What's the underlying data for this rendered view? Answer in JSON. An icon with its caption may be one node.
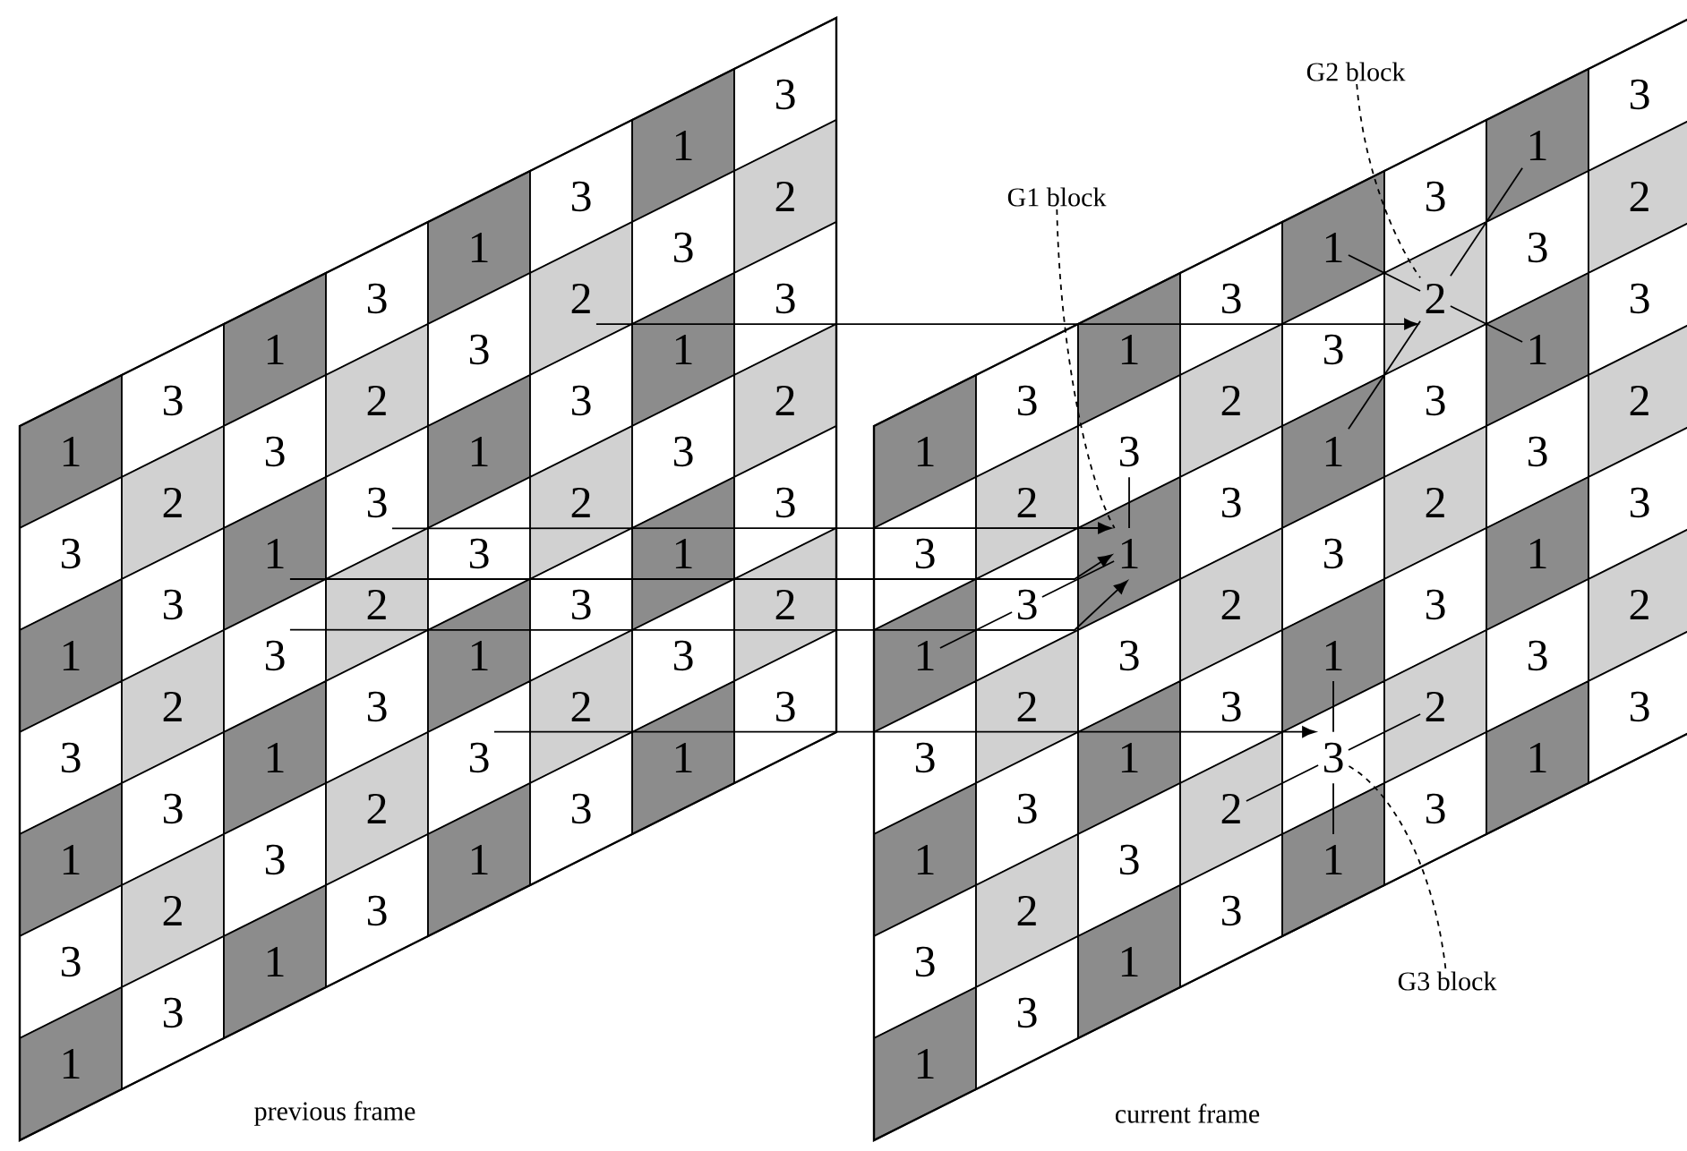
{
  "diagram": {
    "nodes": [
      {
        "text": [
          "previous frame"
        ]
      },
      {
        "text": [
          "1"
        ],
        "in": 0
      },
      {
        "text": [
          "3"
        ],
        "in": 0
      },
      {
        "text": [
          "1"
        ],
        "in": 0
      },
      {
        "text": [
          "3"
        ],
        "in": 0
      },
      {
        "text": [
          "1"
        ],
        "in": 0
      },
      {
        "text": [
          "3"
        ],
        "in": 0
      },
      {
        "text": [
          "1"
        ],
        "in": 0
      },
      {
        "text": [
          "3"
        ],
        "in": 0
      },
      {
        "text": [
          "2"
        ],
        "in": 0
      },
      {
        "text": [
          "3"
        ],
        "in": 0
      },
      {
        "text": [
          "2"
        ],
        "in": 0
      },
      {
        "text": [
          "3"
        ],
        "in": 0
      },
      {
        "text": [
          "2"
        ],
        "in": 0
      },
      {
        "text": [
          "3"
        ],
        "in": 0
      },
      {
        "text": [
          "1"
        ],
        "in": 0
      },
      {
        "text": [
          "3"
        ],
        "in": 0
      },
      {
        "text": [
          "1"
        ],
        "in": 0
      },
      {
        "text": [
          "3"
        ],
        "in": 0
      },
      {
        "text": [
          "1"
        ],
        "in": 0
      },
      {
        "text": [
          "3"
        ],
        "in": 0
      },
      {
        "text": [
          "1"
        ],
        "in": 0
      },
      {
        "text": [
          "3"
        ],
        "in": 0
      },
      {
        "text": [
          "2"
        ],
        "in": 0
      },
      {
        "text": [
          "3"
        ],
        "in": 0
      },
      {
        "text": [
          "2"
        ],
        "in": 0
      },
      {
        "text": [
          "3"
        ],
        "in": 0
      },
      {
        "text": [
          "2"
        ],
        "in": 0
      },
      {
        "text": [
          "3"
        ],
        "in": 0
      },
      {
        "text": [
          "1"
        ],
        "in": 0
      },
      {
        "text": [
          "3"
        ],
        "in": 0
      },
      {
        "text": [
          "1"
        ],
        "in": 0
      },
      {
        "text": [
          "3"
        ],
        "in": 0
      },
      {
        "text": [
          "1"
        ],
        "in": 0
      },
      {
        "text": [
          "3"
        ],
        "in": 0
      },
      {
        "text": [
          "1"
        ],
        "in": 0
      },
      {
        "text": [
          "3"
        ],
        "in": 0
      },
      {
        "text": [
          "2"
        ],
        "in": 0
      },
      {
        "text": [
          "3"
        ],
        "in": 0
      },
      {
        "text": [
          "2"
        ],
        "in": 0
      },
      {
        "text": [
          "3"
        ],
        "in": 0
      },
      {
        "text": [
          "2"
        ],
        "in": 0
      },
      {
        "text": [
          "3"
        ],
        "in": 0
      },
      {
        "text": [
          "1"
        ],
        "in": 0
      },
      {
        "text": [
          "3"
        ],
        "in": 0
      },
      {
        "text": [
          "1"
        ],
        "in": 0
      },
      {
        "text": [
          "3"
        ],
        "in": 0
      },
      {
        "text": [
          "1"
        ],
        "in": 0
      },
      {
        "text": [
          "3"
        ],
        "in": 0
      },
      {
        "text": [
          "1"
        ],
        "in": 0
      },
      {
        "text": [
          "3"
        ],
        "in": 0
      },
      {
        "text": [
          "2"
        ],
        "in": 0
      },
      {
        "text": [
          "3"
        ],
        "in": 0
      },
      {
        "text": [
          "2"
        ],
        "in": 0
      },
      {
        "text": [
          "3"
        ],
        "in": 0
      },
      {
        "text": [
          "2"
        ],
        "in": 0
      },
      {
        "text": [
          "3"
        ],
        "in": 0
      },
      {
        "text": [
          "current frame"
        ]
      },
      {
        "text": [
          "1"
        ],
        "in": 57
      },
      {
        "text": [
          "3"
        ],
        "in": 57
      },
      {
        "text": [
          "1"
        ],
        "in": 57
      },
      {
        "text": [
          "3"
        ],
        "in": 57
      },
      {
        "text": [
          "1"
        ],
        "in": 57
      },
      {
        "text": [
          "3"
        ],
        "in": 57
      },
      {
        "text": [
          "1"
        ],
        "in": 57
      },
      {
        "text": [
          "3"
        ],
        "in": 57
      },
      {
        "text": [
          "2"
        ],
        "in": 57
      },
      {
        "text": [
          "3"
        ],
        "in": 57
      },
      {
        "text": [
          "2"
        ],
        "in": 57
      },
      {
        "text": [
          "3"
        ],
        "in": 57
      },
      {
        "text": [
          "2"
        ],
        "in": 57
      },
      {
        "text": [
          "3"
        ],
        "in": 57
      },
      {
        "text": [
          "1"
        ],
        "in": 57
      },
      {
        "text": [
          "3"
        ],
        "in": 57
      },
      {
        "text": [
          "1"
        ],
        "in": 57
      },
      {
        "text": [
          "3"
        ],
        "in": 57
      },
      {
        "text": [
          "1"
        ],
        "in": 57
      },
      {
        "text": [
          "3"
        ],
        "in": 57
      },
      {
        "text": [
          "1"
        ],
        "in": 57
      },
      {
        "text": [
          "3"
        ],
        "in": 57
      },
      {
        "text": [
          "2"
        ],
        "in": 57
      },
      {
        "text": [
          "3"
        ],
        "in": 57
      },
      {
        "text": [
          "2"
        ],
        "in": 57
      },
      {
        "text": [
          "3"
        ],
        "in": 57
      },
      {
        "text": [
          "2"
        ],
        "in": 57
      },
      {
        "text": [
          "3"
        ],
        "in": 57
      },
      {
        "text": [
          "1"
        ],
        "in": 57
      },
      {
        "text": [
          "3"
        ],
        "in": 57
      },
      {
        "text": [
          "1"
        ],
        "in": 57
      },
      {
        "text": [
          "3"
        ],
        "in": 57
      },
      {
        "text": [
          "1"
        ],
        "in": 57
      },
      {
        "text": [
          "3"
        ],
        "in": 57
      },
      {
        "text": [
          "1"
        ],
        "in": 57
      },
      {
        "text": [
          "3"
        ],
        "in": 57
      },
      {
        "text": [
          "2"
        ],
        "in": 57
      },
      {
        "text": [
          "3"
        ],
        "in": 57
      },
      {
        "text": [
          "2"
        ],
        "in": 57
      },
      {
        "text": [
          "3"
        ],
        "in": 57
      },
      {
        "text": [
          "2"
        ],
        "in": 57
      },
      {
        "text": [
          "3"
        ],
        "in": 57
      },
      {
        "text": [
          "1"
        ],
        "in": 57
      },
      {
        "text": [
          "3"
        ],
        "in": 57
      },
      {
        "text": [
          "1"
        ],
        "in": 57
      },
      {
        "text": [
          "3"
        ],
        "in": 57
      },
      {
        "text": [
          "1"
        ],
        "in": 57
      },
      {
        "text": [
          "3"
        ],
        "in": 57
      },
      {
        "text": [
          "1"
        ],
        "in": 57
      },
      {
        "text": [
          "3"
        ],
        "in": 57
      },
      {
        "text": [
          "2"
        ],
        "in": 57
      },
      {
        "text": [
          "3"
        ],
        "in": 57
      },
      {
        "text": [
          "2"
        ],
        "in": 57
      },
      {
        "text": [
          "3"
        ],
        "in": 57
      },
      {
        "text": [
          "2"
        ],
        "in": 57
      },
      {
        "text": [
          "3"
        ],
        "in": 57
      },
      {
        "text": [
          "G1 block"
        ]
      },
      {
        "text": [
          "G2 block"
        ]
      },
      {
        "text": [
          "G3 block"
        ]
      }
    ],
    "edges": [
      {
        "from": 37,
        "to": 94,
        "arrow": "to"
      },
      {
        "from": 24,
        "to": 74,
        "arrow": "to"
      },
      {
        "from": 17,
        "to": 74,
        "arrow": "to"
      },
      {
        "from": 18,
        "to": 74,
        "arrow": "to"
      },
      {
        "from": 34,
        "to": 91,
        "arrow": "to"
      },
      {
        "from": 73,
        "to": 74,
        "arrow": "none"
      },
      {
        "from": 60,
        "to": 67,
        "arrow": "none"
      },
      {
        "from": 67,
        "to": 74,
        "arrow": "none"
      },
      {
        "from": 86,
        "to": 94,
        "arrow": "none"
      },
      {
        "from": 102,
        "to": 94,
        "arrow": "none"
      },
      {
        "from": 100,
        "to": 94,
        "arrow": "none"
      },
      {
        "from": 88,
        "to": 94,
        "arrow": "none"
      },
      {
        "from": 90,
        "to": 91,
        "arrow": "none"
      },
      {
        "from": 92,
        "to": 91,
        "arrow": "none"
      },
      {
        "from": 98,
        "to": 91,
        "arrow": "none"
      },
      {
        "from": 84,
        "to": 91,
        "arrow": "none"
      },
      {
        "from": 114,
        "to": 74,
        "arrow": "none",
        "style": "dashed"
      },
      {
        "from": 115,
        "to": 94,
        "arrow": "none",
        "style": "dashed"
      },
      {
        "from": 116,
        "to": 91,
        "arrow": "none",
        "style": "dashed"
      }
    ]
  }
}
